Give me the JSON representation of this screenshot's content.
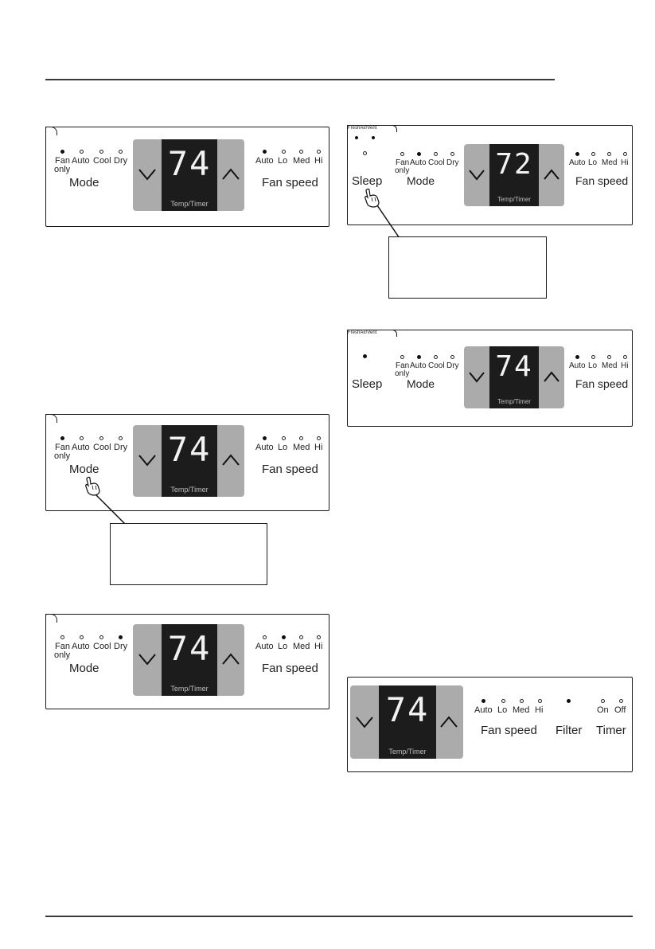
{
  "display_caption": "Temp/Timer",
  "labels": {
    "fan": "Fan",
    "only": "only",
    "auto": "Auto",
    "cool": "Cool",
    "dry": "Dry",
    "mode": "Mode",
    "lo": "Lo",
    "med": "Med",
    "hi": "Hi",
    "fan_speed": "Fan speed",
    "sleep": "Sleep",
    "fresh_air_vent": "FreshAir/Vent",
    "filter": "Filter",
    "timer": "Timer",
    "on": "On",
    "off": "Off"
  },
  "panels": {
    "p1": {
      "temp": "74",
      "mode": "Fan only",
      "fan_speed": "Auto"
    },
    "p2": {
      "temp": "74",
      "mode": "Fan only",
      "fan_speed": "Auto"
    },
    "p3": {
      "temp": "74",
      "mode": "Dry",
      "fan_speed": "Lo"
    },
    "p4": {
      "temp": "72",
      "mode": "Auto",
      "fan_speed": "Auto",
      "sleep": "off"
    },
    "p5": {
      "temp": "74",
      "mode": "Auto",
      "fan_speed": "Auto",
      "sleep": "on"
    },
    "p6": {
      "temp": "74",
      "fan_speed": "Auto",
      "filter": "on",
      "timer": "none"
    }
  },
  "icons": {
    "pointing_hand": "pointing-hand-icon",
    "down_arrow": "chevron-down-icon",
    "up_arrow": "chevron-up-icon"
  },
  "colors": {
    "line": "#1a1a1a",
    "display_bezel": "#ababab",
    "display_screen": "#1c1c1c"
  }
}
